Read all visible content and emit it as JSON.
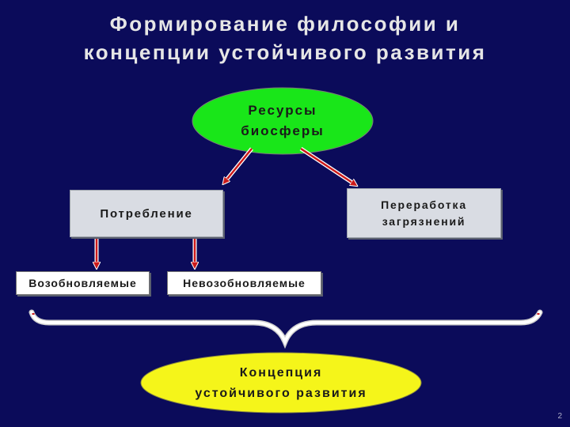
{
  "title": {
    "line1": "Формирование философии и",
    "line2": "концепции устойчивого развития"
  },
  "nodes": {
    "resources": {
      "line1": "Ресурсы",
      "line2": "биосферы"
    },
    "consumption": {
      "label": "Потребление"
    },
    "pollution": {
      "line1": "Переработка",
      "line2": "загрязнений"
    },
    "renewable": {
      "label": "Возобновляемые"
    },
    "nonrenewable": {
      "label": "Невозобновляемые"
    },
    "concept": {
      "line1": "Концепция",
      "line2": "устойчивого развития"
    }
  },
  "page_number": "2",
  "colors": {
    "background": "#0b0b5a",
    "resources_oval": "#19e619",
    "concept_oval": "#f5f51a",
    "arrow": "#cc1a1a"
  }
}
